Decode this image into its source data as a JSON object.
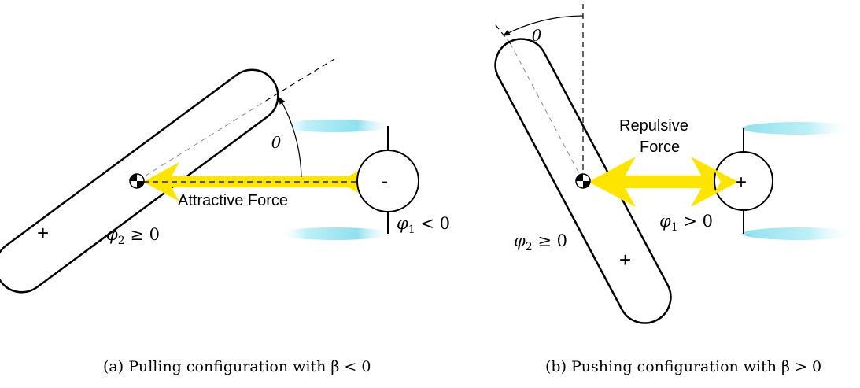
{
  "panel_a": {
    "force_label": "Attractive Force",
    "theta": "θ",
    "phi2": {
      "sym": "φ",
      "sub": "2",
      "rel": " ≥ 0"
    },
    "phi1": {
      "sym": "φ",
      "sub": "1",
      "rel": " < 0"
    },
    "plus": "+",
    "minus": "-",
    "caption": "(a) Pulling configuration with β < 0"
  },
  "panel_b": {
    "force_label_line1": "Repulsive",
    "force_label_line2": "Force",
    "theta": "θ",
    "phi2": {
      "sym": "φ",
      "sub": "2",
      "rel": " ≥ 0"
    },
    "phi1": {
      "sym": "φ",
      "sub": "1",
      "rel": " > 0"
    },
    "plus_body": "+",
    "plus_source": "+",
    "caption": "(b) Pushing configuration with β > 0"
  },
  "colors": {
    "force": "#fde500",
    "flow": "#9fe6f2",
    "outline": "#000000",
    "guide": "#888888"
  }
}
